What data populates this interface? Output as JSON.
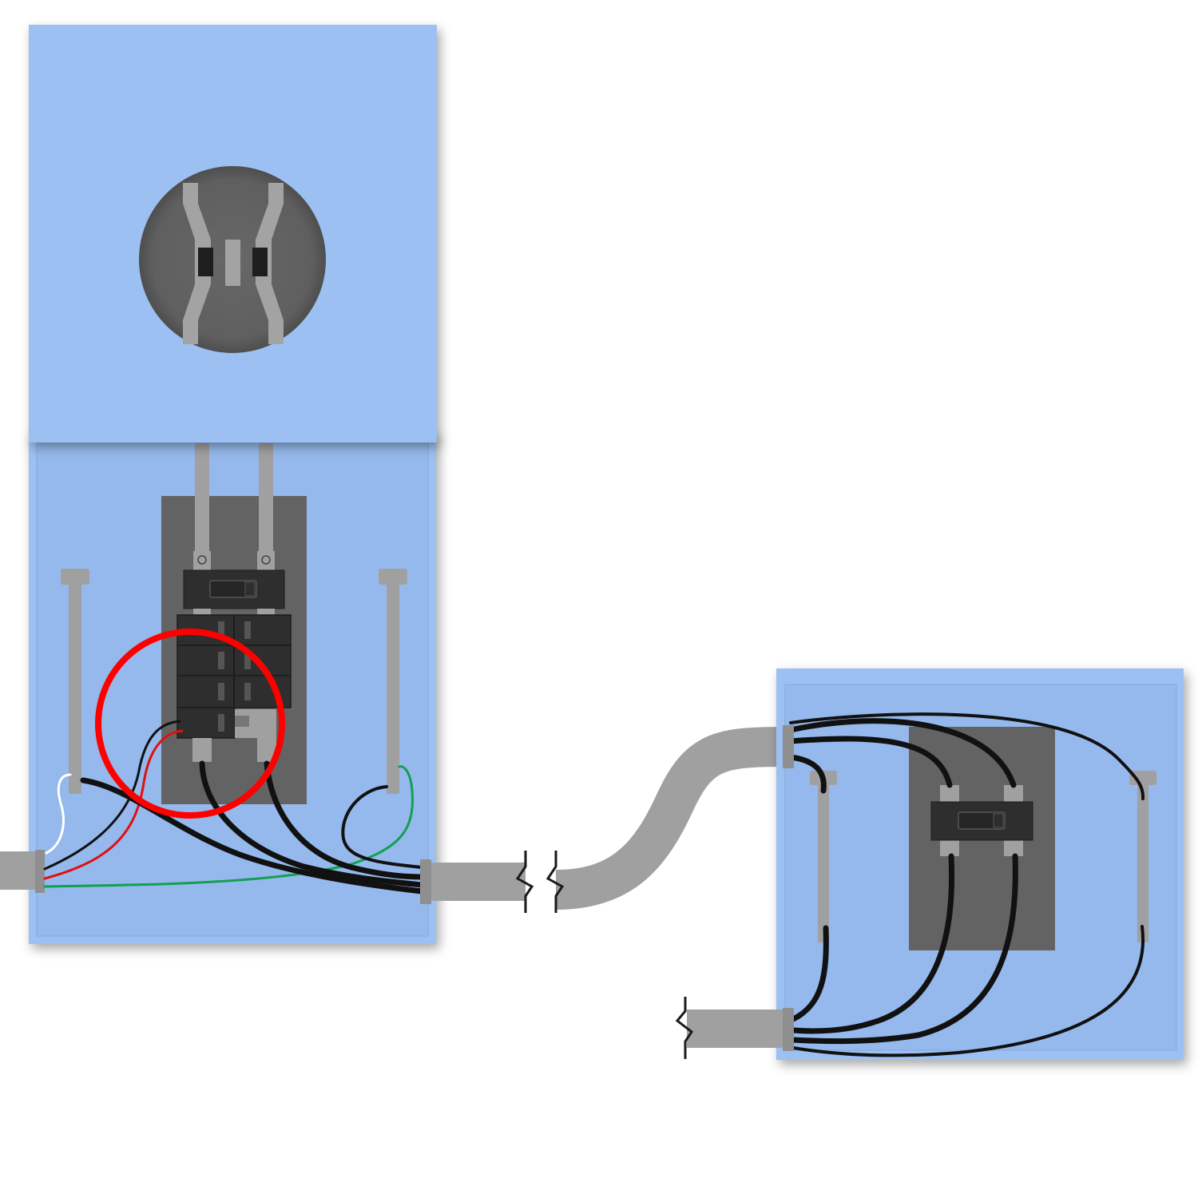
{
  "colors": {
    "background": "#ffffff",
    "enclosure": "#9cc0f2",
    "enclosure_inner": "#95b9ec",
    "enclosure_edge": "#86a8d8",
    "panel": "#636363",
    "breaker": "#2e2e2e",
    "breaker_edge": "#1c1c1c",
    "metal": "#a0a0a0",
    "conduit": "#a0a0a0",
    "wire_black": "#111111",
    "wire_red": "#e01010",
    "wire_white": "#ffffff",
    "wire_green": "#12a050",
    "highlight_ring": "#ff0000",
    "break_mark": "#1a1a1a"
  },
  "components": {
    "meter_socket": "meter-socket-with-jaws",
    "main_panel": "meter-main-combo-panel",
    "main_breaker": "main-breaker",
    "branch_breakers": "branch-breaker-stack",
    "subpanel": "disconnect-subpanel",
    "subpanel_breaker": "disconnect-breaker",
    "feeder_conduit": "feeder-conduit-with-break",
    "highlight": "highlighted-breaker-connection"
  }
}
